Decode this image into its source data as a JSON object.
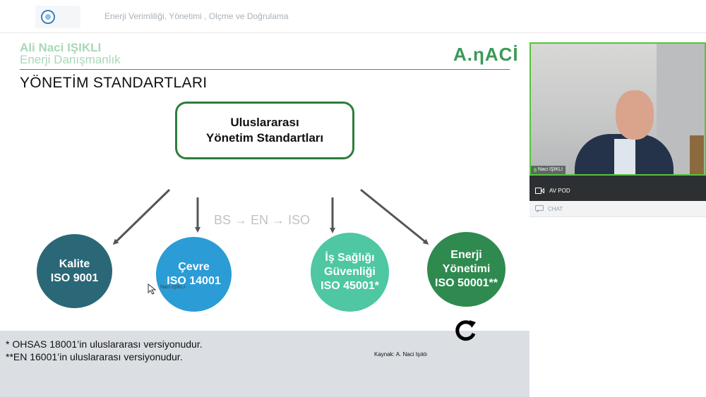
{
  "header": {
    "meeting_title": "Enerji Verimliliği, Yönetimi , Olçme ve Doğrulama"
  },
  "slide": {
    "author": "Ali Naci IŞIKLI",
    "company": "Enerji Danışmanlık",
    "brand": "A.ηACİ",
    "title": "YÖNETİM STANDARTLARI",
    "main_box": [
      "Uluslararası",
      "Yönetim Standartları"
    ],
    "flow": "BS → EN → ISO",
    "circles": [
      {
        "lines": [
          "Kalite",
          "ISO 9001"
        ],
        "color": "#2a6877"
      },
      {
        "lines": [
          "Çevre",
          "ISO 14001"
        ],
        "color": "#2b9cd6"
      },
      {
        "lines": [
          "İş Sağlığı",
          "Güvenliği",
          "ISO 45001*"
        ],
        "color": "#4ec7a2"
      },
      {
        "lines": [
          "Enerji",
          "Yönetimi",
          "ISO 50001**"
        ],
        "color": "#2e8a4f"
      }
    ],
    "cursor_label": "Naci IŞIKLI",
    "note1": "* OHSAS 18001’in uluslararası versiyonudur.",
    "note2": "**EN 16001’in uluslararası versiyonudur.",
    "source": "Kaynak: A. Naci Işıklı"
  },
  "video": {
    "participant_name": "Naci IŞIKLI"
  },
  "panel": {
    "av_label": "AV POD",
    "chat_label": "CHAT"
  },
  "colors": {
    "accent_green": "#57c43b",
    "slide_green": "#3a9a55",
    "box_border": "#2e7d3b"
  }
}
